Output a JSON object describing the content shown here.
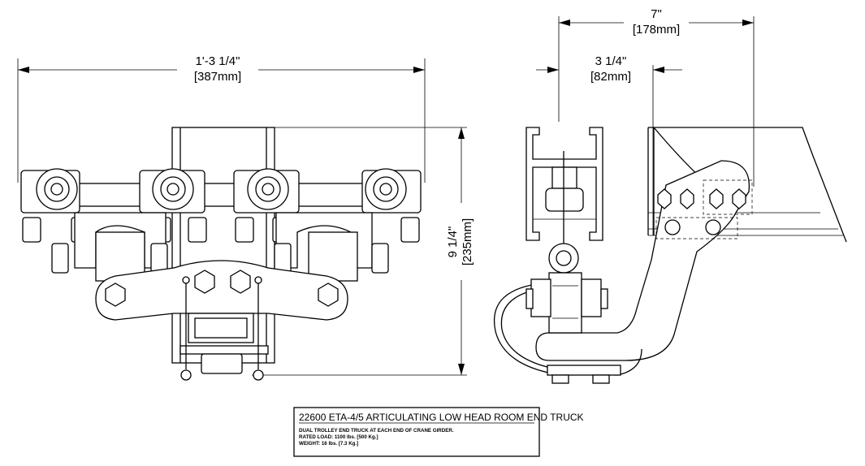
{
  "dimensions": {
    "width_imperial": "1'-3 1/4\"",
    "width_metric": "[387mm]",
    "height_imperial": "9 1/4\"",
    "height_metric": "[235mm]",
    "side_overall_imperial": "7\"",
    "side_overall_metric": "[178mm]",
    "side_partial_imperial": "3 1/4\"",
    "side_partial_metric": "[82mm]"
  },
  "title_block": {
    "title": "22600 ETA-4/5 ARTICULATING LOW HEAD ROOM END TRUCK",
    "line1": "DUAL TROLLEY END TRUCK AT EACH END OF CRANE GIRDER.",
    "line2": "RATED LOAD: 1100 lbs. [500 Kg.]",
    "line3": "WEIGHT: 16 lbs. [7.3 Kg.]"
  }
}
